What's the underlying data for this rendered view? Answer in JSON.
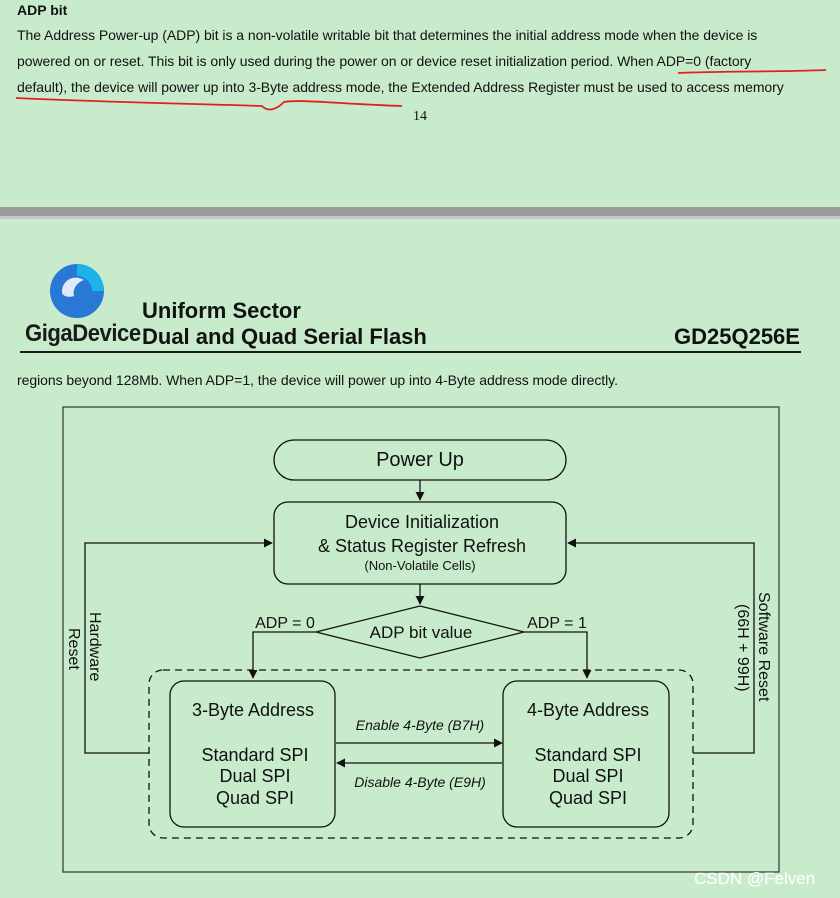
{
  "top_section": {
    "heading": "ADP bit",
    "lines": [
      "The Address Power-up (ADP) bit is a non-volatile writable bit that determines the initial address mode when the device is",
      "powered on or reset. This bit is only used during the power on or device reset initialization period. When ADP=0 (factory",
      "default), the device will power up into 3-Byte address mode, the Extended Address Register must be used to access memory"
    ],
    "page_number": "14"
  },
  "header": {
    "brand": "GigaDevice",
    "title_line1": "Uniform Sector",
    "title_line2": "Dual and Quad Serial Flash",
    "part_number": "GD25Q256E",
    "logo_colors": [
      "#2a78d6",
      "#1bb3e8"
    ]
  },
  "continuation": "regions beyond 128Mb. When ADP=1, the device will power up into 4-Byte address mode directly.",
  "diagram": {
    "power_up": "Power Up",
    "init_line1": "Device Initialization",
    "init_line2": "& Status Register Refresh",
    "init_line3": "(Non-Volatile Cells)",
    "decision": "ADP bit value",
    "adp0": "ADP = 0",
    "adp1": "ADP = 1",
    "mode3": {
      "title": "3-Byte Address",
      "items": [
        "Standard SPI",
        "Dual SPI",
        "Quad SPI"
      ]
    },
    "mode4": {
      "title": "4-Byte Address",
      "items": [
        "Standard SPI",
        "Dual SPI",
        "Quad SPI"
      ]
    },
    "enable": "Enable 4-Byte (B7H)",
    "disable": "Disable 4-Byte (E9H)",
    "hardware_reset_1": "Hardware",
    "hardware_reset_2": "Reset",
    "software_reset_1": "Software Reset",
    "software_reset_2": "(66H + 99H)"
  },
  "watermark": "CSDN @Felven",
  "annotation_color": "#e02020"
}
